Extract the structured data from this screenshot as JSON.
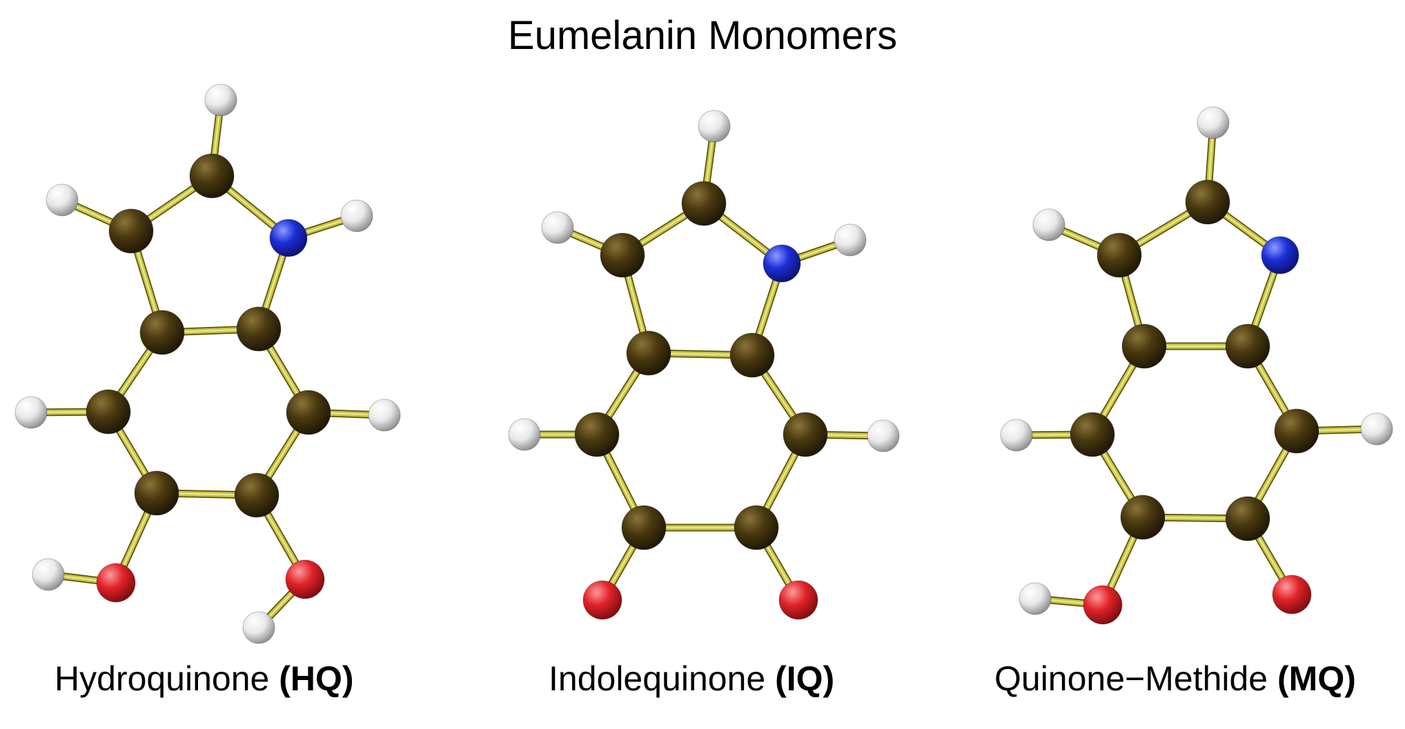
{
  "title": "Eumelanin Monomers",
  "colors": {
    "carbon": "#4a3a10",
    "nitrogen": "#1c2fd6",
    "oxygen": "#e0242a",
    "hydrogen": "#e8e8e8",
    "bond": "#c8c440"
  },
  "molecules": [
    {
      "id": "hq",
      "name": "Hydroquinone",
      "abbr": "(HQ)",
      "atoms": [
        {
          "el": "H"
        },
        {
          "el": "C"
        },
        {
          "el": "H"
        },
        {
          "el": "C"
        },
        {
          "el": "N"
        },
        {
          "el": "H"
        },
        {
          "el": "C"
        },
        {
          "el": "C"
        },
        {
          "el": "H"
        },
        {
          "el": "C"
        },
        {
          "el": "C"
        },
        {
          "el": "H"
        },
        {
          "el": "C"
        },
        {
          "el": "C"
        },
        {
          "el": "H"
        },
        {
          "el": "O"
        },
        {
          "el": "O"
        },
        {
          "el": "H"
        }
      ]
    },
    {
      "id": "iq",
      "name": "Indolequinone",
      "abbr": "(IQ)",
      "atoms": [
        {
          "el": "H"
        },
        {
          "el": "C"
        },
        {
          "el": "H"
        },
        {
          "el": "C"
        },
        {
          "el": "N"
        },
        {
          "el": "H"
        },
        {
          "el": "C"
        },
        {
          "el": "C"
        },
        {
          "el": "H"
        },
        {
          "el": "C"
        },
        {
          "el": "C"
        },
        {
          "el": "H"
        },
        {
          "el": "C"
        },
        {
          "el": "C"
        },
        {
          "el": "O"
        },
        {
          "el": "O"
        }
      ]
    },
    {
      "id": "mq",
      "name": "Quinone−Methide",
      "abbr": "(MQ)",
      "atoms": [
        {
          "el": "H"
        },
        {
          "el": "C"
        },
        {
          "el": "H"
        },
        {
          "el": "C"
        },
        {
          "el": "N"
        },
        {
          "el": "C"
        },
        {
          "el": "C"
        },
        {
          "el": "H"
        },
        {
          "el": "C"
        },
        {
          "el": "C"
        },
        {
          "el": "H"
        },
        {
          "el": "C"
        },
        {
          "el": "C"
        },
        {
          "el": "H"
        },
        {
          "el": "O"
        },
        {
          "el": "O"
        }
      ]
    }
  ]
}
